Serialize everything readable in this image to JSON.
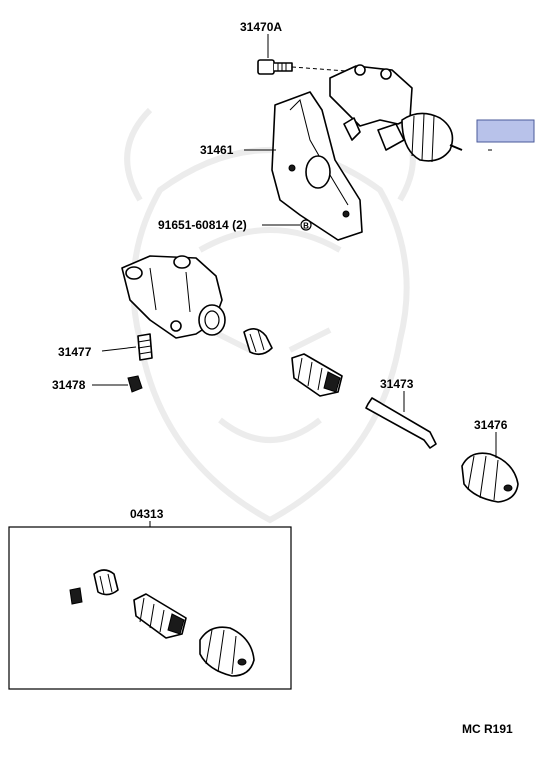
{
  "labels": {
    "bolt": "31470A",
    "bracket": "31461",
    "nut": "91651-60814 (2)",
    "bleeder_plug": "31477",
    "bleeder_cap": "31478",
    "push_rod": "31473",
    "boot": "31476",
    "kit": "04313"
  },
  "footer": {
    "code": "MC R191"
  },
  "colors": {
    "highlight_box": "#b8c2ea",
    "line": "#000000"
  },
  "icons": {
    "nut_marker": "circled-b-icon"
  }
}
